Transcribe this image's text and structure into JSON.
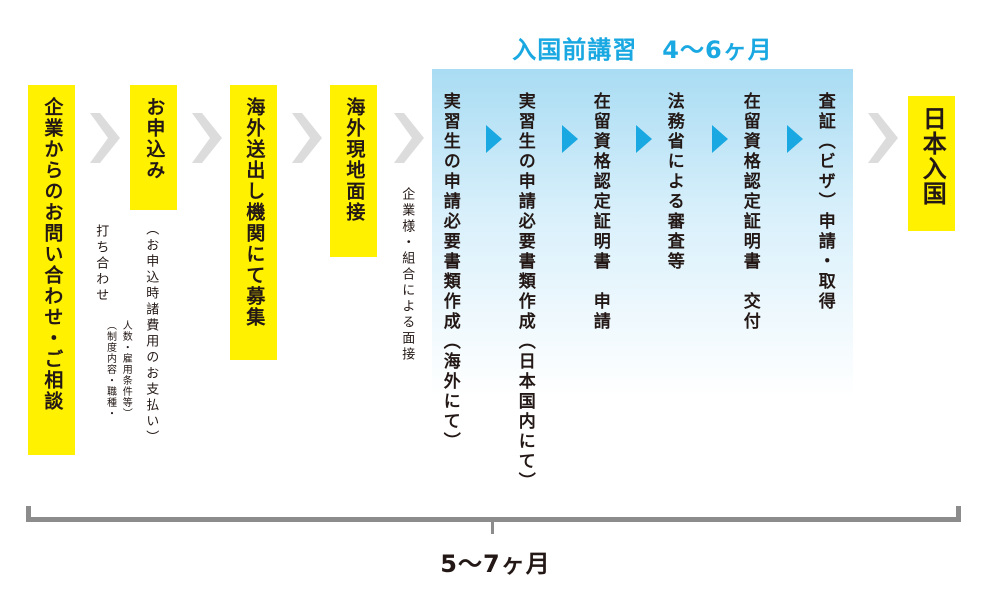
{
  "pre_arrival": {
    "title": "入国前講習　4～6ヶ月",
    "accent_color": "#19a8e1",
    "steps": [
      "実習生の申請必要書類作成（海外にて）",
      "実習生の申請必要書類作成（日本国内にて）",
      "在留資格認定証明書　申請",
      "法務省による審査等",
      "在留資格認定証明書　交付",
      "査証（ビザ）申請・取得"
    ]
  },
  "steps": {
    "inquiry": "企業からのお問い合わせ・ご相談",
    "application": "お申込み",
    "recruitment": "海外送出し機関にて募集",
    "interview": "海外現地面接",
    "arrival": "日本入国"
  },
  "notes": {
    "meeting": "打ち合わせ",
    "meeting_detail_1": "（制度内容・職種・",
    "meeting_detail_2": "人数・雇用条件等）",
    "payment": "（お申込時諸費用のお支払い）",
    "interviewers": "企業様・組合による面接"
  },
  "total": {
    "label": "5～7ヶ月"
  },
  "colors": {
    "step_box": "#fff100",
    "arrow_gray": "#dcdcdc",
    "arrow_blue": "#19a8e1",
    "bracket": "#8c8c8c"
  }
}
